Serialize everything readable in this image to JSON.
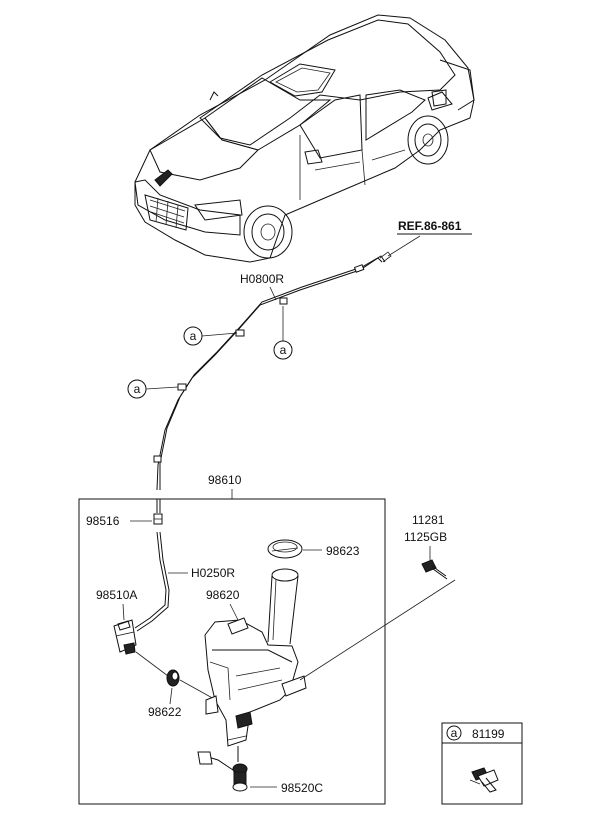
{
  "reference": "REF.86-861",
  "callout_symbol": "a",
  "parts": {
    "hose_upper": "H0800R",
    "assembly": "98610",
    "connector": "98516",
    "hose_lower": "H0250R",
    "pump": "98510A",
    "reservoir": "98620",
    "cap": "98623",
    "grommet": "98622",
    "level_sensor": "98520C",
    "bolt_a": "11281",
    "bolt_b": "1125GB"
  },
  "legend": {
    "symbol": "a",
    "part": "81199"
  }
}
